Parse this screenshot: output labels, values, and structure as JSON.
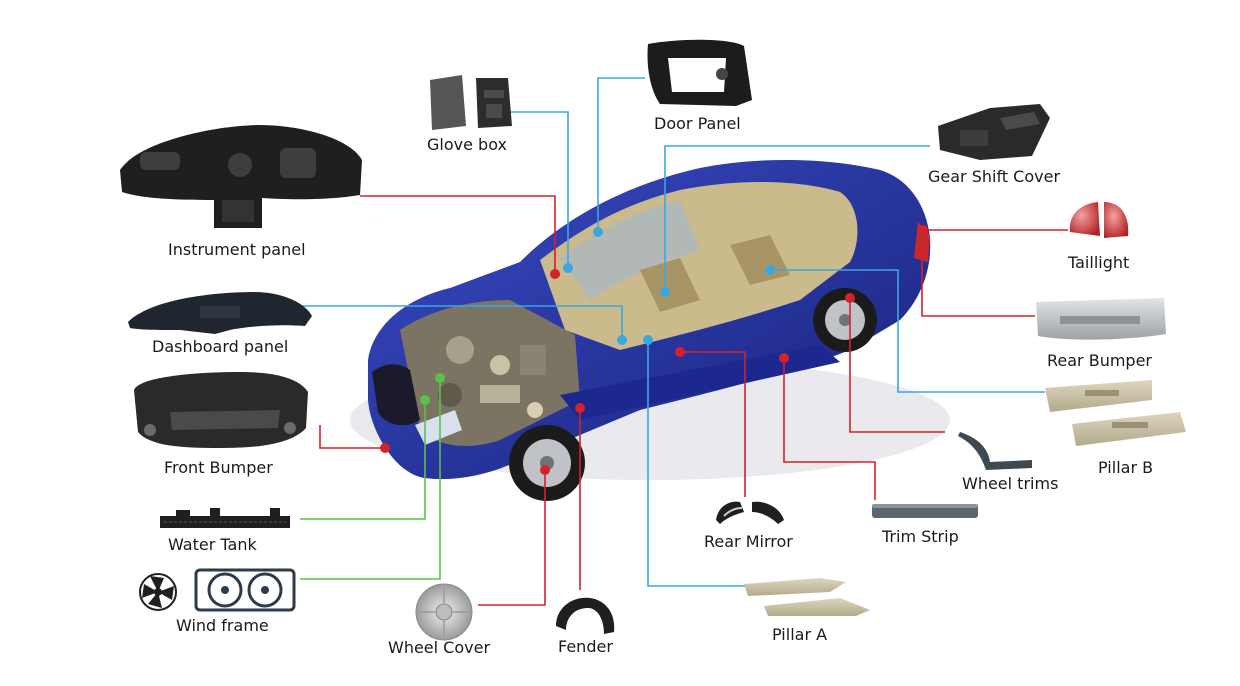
{
  "colors": {
    "car_body": "#2b3aa8",
    "car_body_dark": "#17217a",
    "interior": "#c9b98a",
    "line_red": "#d3222c",
    "line_blue": "#3aa8e0",
    "line_green": "#5cc04a",
    "part_dark": "#2b2b2b",
    "part_beige": "#c8bfa2",
    "part_silver": "#b8bcc0",
    "taillight_red": "#c42a2a"
  },
  "labels": {
    "glove_box": "Glove box",
    "door_panel": "Door Panel",
    "gear_shift_cover": "Gear Shift Cover",
    "instrument_panel": "Instrument panel",
    "taillight": "Taillight",
    "dashboard_panel": "Dashboard panel",
    "rear_bumper": "Rear Bumper",
    "front_bumper": "Front Bumper",
    "pillar_b": "Pillar B",
    "wheel_trims": "Wheel trims",
    "water_tank": "Water Tank",
    "trim_strip": "Trim Strip",
    "rear_mirror": "Rear Mirror",
    "wind_frame": "Wind frame",
    "pillar_a": "Pillar A",
    "wheel_cover": "Wheel Cover",
    "fender": "Fender"
  },
  "icons": {
    "car": "cutaway-car-icon",
    "glove_box": "glove-box-icon",
    "door_panel": "door-panel-icon",
    "gear_shift_cover": "gear-shift-cover-icon",
    "instrument_panel": "instrument-panel-icon",
    "taillight": "taillight-icon",
    "dashboard_panel": "dashboard-panel-icon",
    "rear_bumper": "rear-bumper-icon",
    "front_bumper": "front-bumper-icon",
    "pillar_b": "pillar-b-icon",
    "wheel_trims": "wheel-trim-icon",
    "water_tank": "water-tank-icon",
    "trim_strip": "trim-strip-icon",
    "rear_mirror": "rear-mirror-icon",
    "wind_frame": "fan-shroud-icon",
    "pillar_a": "pillar-a-icon",
    "wheel_cover": "wheel-cover-icon",
    "fender": "fender-liner-icon"
  }
}
